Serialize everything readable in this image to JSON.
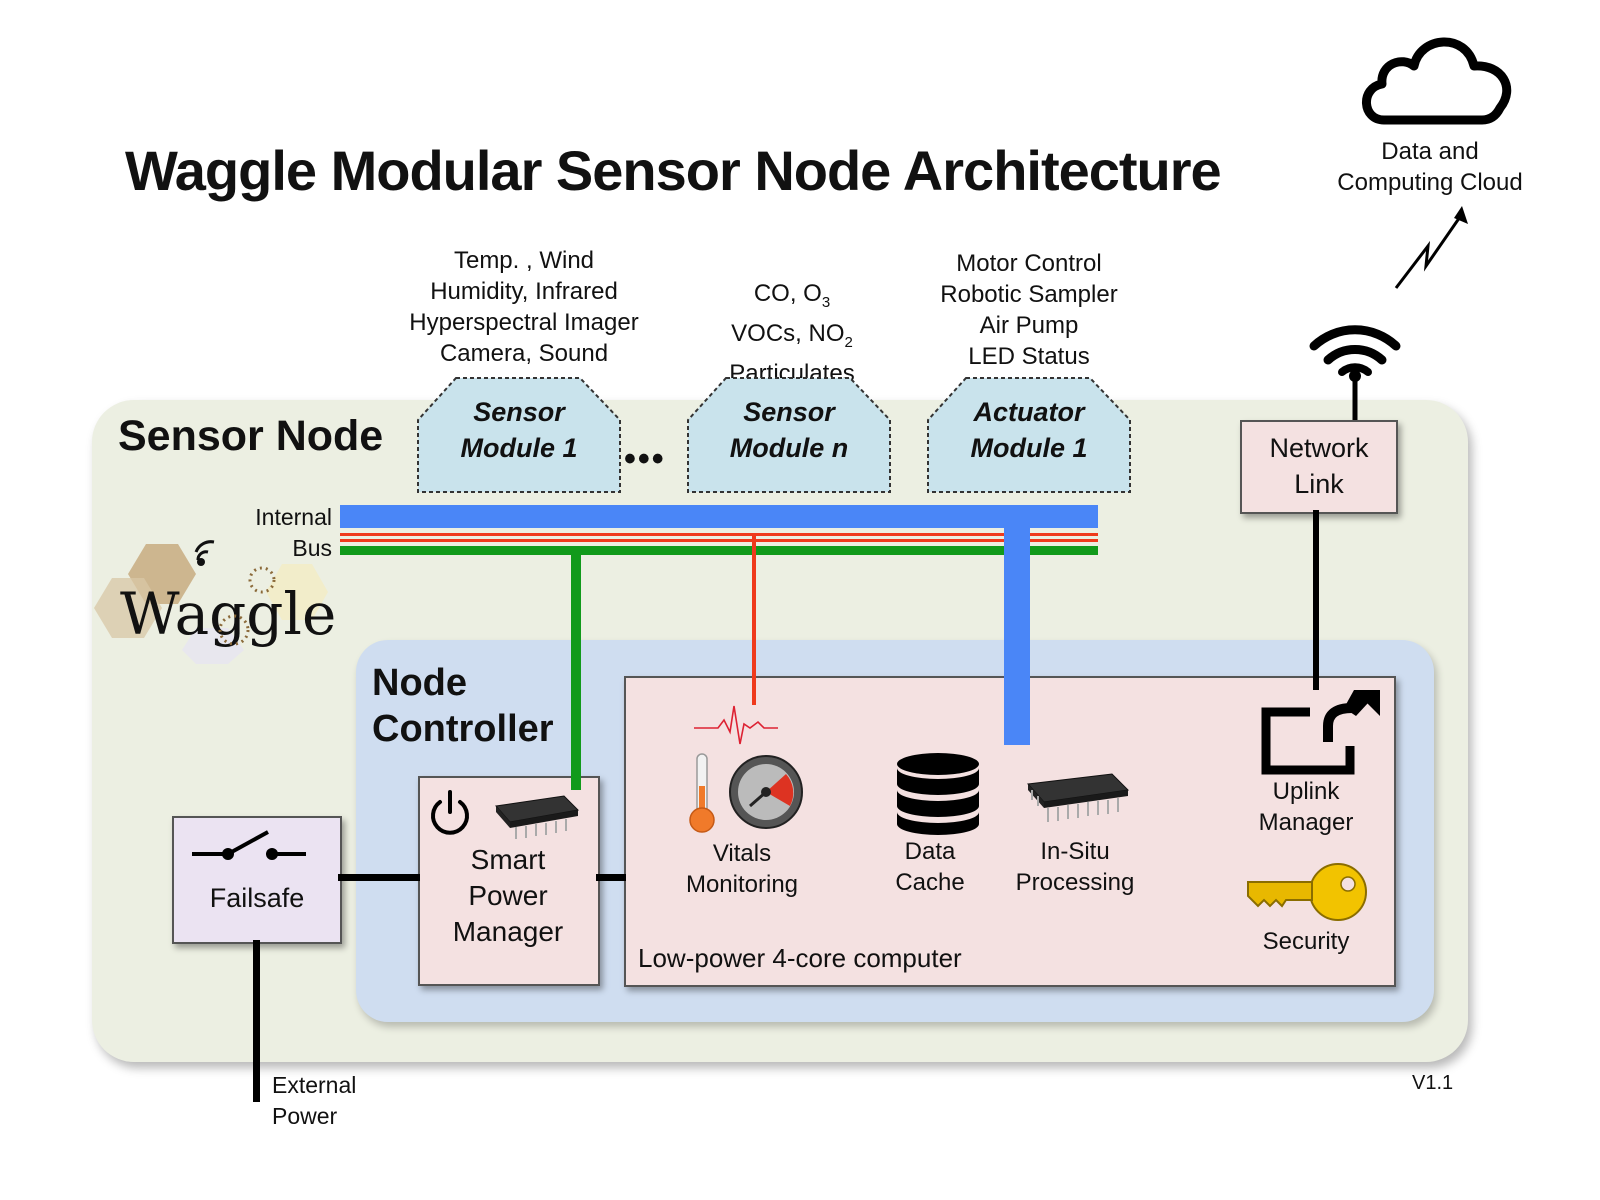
{
  "title": "Waggle Modular Sensor Node Architecture",
  "version": "V1.1",
  "cloud": {
    "label_line1": "Data and",
    "label_line2": "Computing Cloud"
  },
  "sensor_node": {
    "label": "Sensor Node"
  },
  "internal_bus": {
    "line1": "Internal",
    "line2": "Bus"
  },
  "logo": {
    "text": "Waggle"
  },
  "modules": [
    {
      "line1": "Sensor",
      "line2": "Module 1",
      "desc": [
        "Temp. , Wind",
        "Humidity, Infrared",
        "Hyperspectral Imager",
        "Camera, Sound"
      ]
    },
    {
      "line1": "Sensor",
      "line2": "Module n",
      "desc": [
        "CO, O",
        "VOCs, NO",
        "Particulates"
      ],
      "subscripts": [
        "3",
        "2"
      ]
    },
    {
      "line1": "Actuator",
      "line2": "Module 1",
      "desc": [
        "Motor Control",
        "Robotic Sampler",
        "Air Pump",
        "LED Status"
      ]
    }
  ],
  "ellipsis": "•••",
  "network_link": {
    "line1": "Network",
    "line2": "Link"
  },
  "node_controller": {
    "line1": "Node",
    "line2": "Controller"
  },
  "computer": {
    "label": "Low-power 4-core computer",
    "vitals": {
      "line1": "Vitals",
      "line2": "Monitoring"
    },
    "data_cache": {
      "line1": "Data",
      "line2": "Cache"
    },
    "in_situ": {
      "line1": "In-Situ",
      "line2": "Processing"
    },
    "uplink": {
      "line1": "Uplink",
      "line2": "Manager"
    },
    "security": {
      "label": "Security"
    }
  },
  "smart_power_manager": {
    "line1": "Smart",
    "line2": "Power",
    "line3": "Manager"
  },
  "failsafe": {
    "label": "Failsafe"
  },
  "external_power": {
    "line1": "External",
    "line2": "Power"
  },
  "colors": {
    "bus_blue": "#4a86f7",
    "bus_red": "#ef3a1c",
    "bus_green": "#119a1b",
    "module_fill": "#c9e3ec",
    "sensor_node_bg": "#ecefe2",
    "controller_bg": "#cfddf0",
    "box_pink": "#f4e1e1",
    "failsafe_fill": "#ebe3f2"
  }
}
